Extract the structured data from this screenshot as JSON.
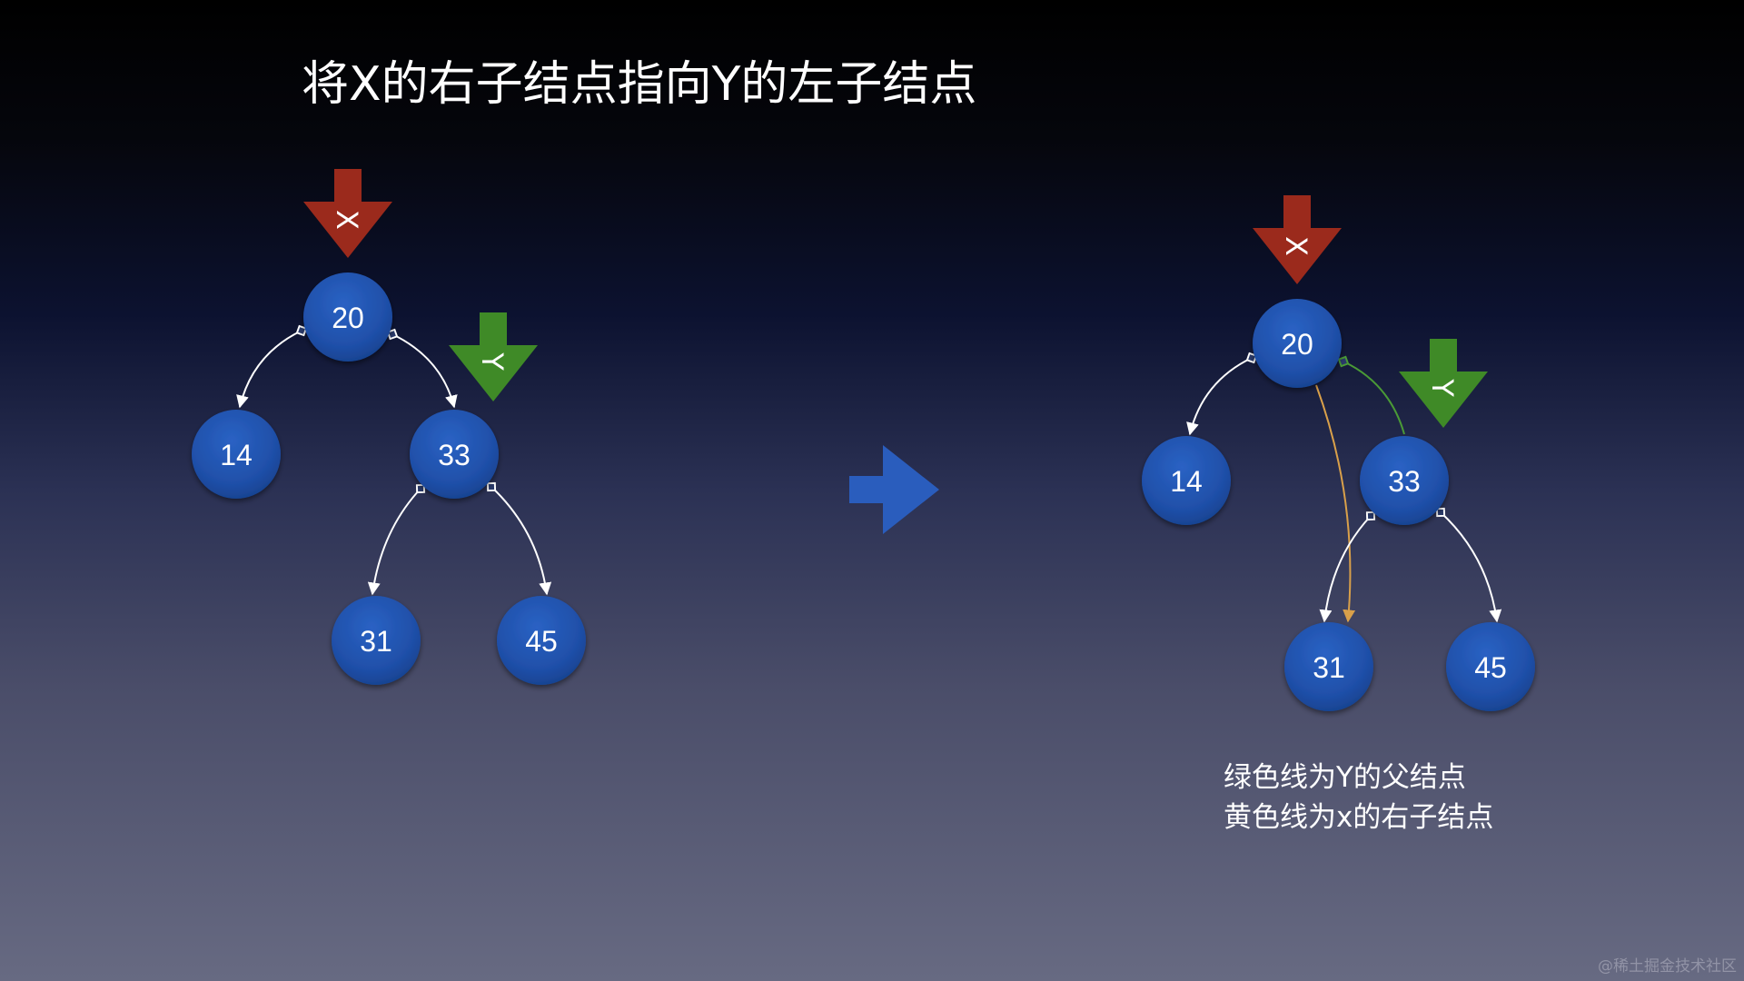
{
  "title": "将X的右子结点指向Y的左子结点",
  "colors": {
    "node_fill": "#1f4fa8",
    "node_fill_dark": "#163a80",
    "x_arrow": "#9b2a1c",
    "y_arrow": "#3f8a27",
    "transition_arrow": "#2a5dbd",
    "edge_white": "#ffffff",
    "edge_green": "#4a9a36",
    "edge_yellow": "#d9a04a"
  },
  "before": {
    "x_marker": "X",
    "y_marker": "Y",
    "nodes": [
      {
        "id": "n20",
        "label": "20"
      },
      {
        "id": "n14",
        "label": "14"
      },
      {
        "id": "n33",
        "label": "33"
      },
      {
        "id": "n31",
        "label": "31"
      },
      {
        "id": "n45",
        "label": "45"
      }
    ],
    "edges": [
      {
        "from": "n20",
        "to": "n14",
        "color": "white"
      },
      {
        "from": "n20",
        "to": "n33",
        "color": "white"
      },
      {
        "from": "n33",
        "to": "n31",
        "color": "white"
      },
      {
        "from": "n33",
        "to": "n45",
        "color": "white"
      }
    ]
  },
  "after": {
    "x_marker": "X",
    "y_marker": "Y",
    "nodes": [
      {
        "id": "m20",
        "label": "20"
      },
      {
        "id": "m14",
        "label": "14"
      },
      {
        "id": "m33",
        "label": "33"
      },
      {
        "id": "m31",
        "label": "31"
      },
      {
        "id": "m45",
        "label": "45"
      }
    ],
    "edges": [
      {
        "from": "m20",
        "to": "m14",
        "color": "white"
      },
      {
        "from": "m33",
        "to": "m20",
        "color": "green"
      },
      {
        "from": "m20",
        "to": "m31",
        "color": "yellow"
      },
      {
        "from": "m33",
        "to": "m31",
        "color": "white"
      },
      {
        "from": "m33",
        "to": "m45",
        "color": "white"
      }
    ]
  },
  "legend": {
    "line1": "绿色线为Y的父结点",
    "line2": "黄色线为x的右子结点"
  },
  "watermark": "@稀土掘金技术社区"
}
